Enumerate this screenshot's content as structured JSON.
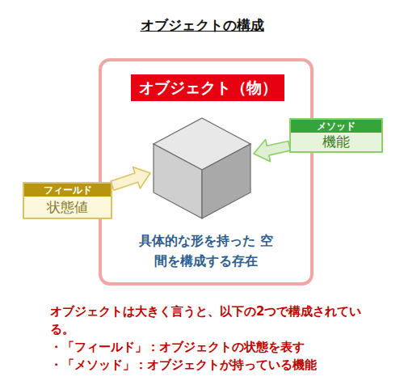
{
  "diagram": {
    "title": "オブジェクトの構成",
    "nodes": [
      {
        "text": [
          "具体的な形を持った 空間を構成する存在"
        ]
      },
      {
        "text": [
          "オブジェクト（物）"
        ],
        "in": 0
      },
      {
        "text": [
          "メソッド",
          "機能"
        ]
      },
      {
        "text": [
          "フィールド",
          "状態値"
        ]
      }
    ],
    "edges": [
      {
        "from": 2,
        "to": 0,
        "arrow": "to"
      },
      {
        "from": 3,
        "to": 0,
        "arrow": "to"
      }
    ],
    "labels": [
      "オブジェクトは大きく言うと、以下の2つで構成されている。",
      "・「フィールド」：オブジェクトの状態を表す",
      "・「メソッド」：オブジェクトが持っている機能"
    ]
  }
}
